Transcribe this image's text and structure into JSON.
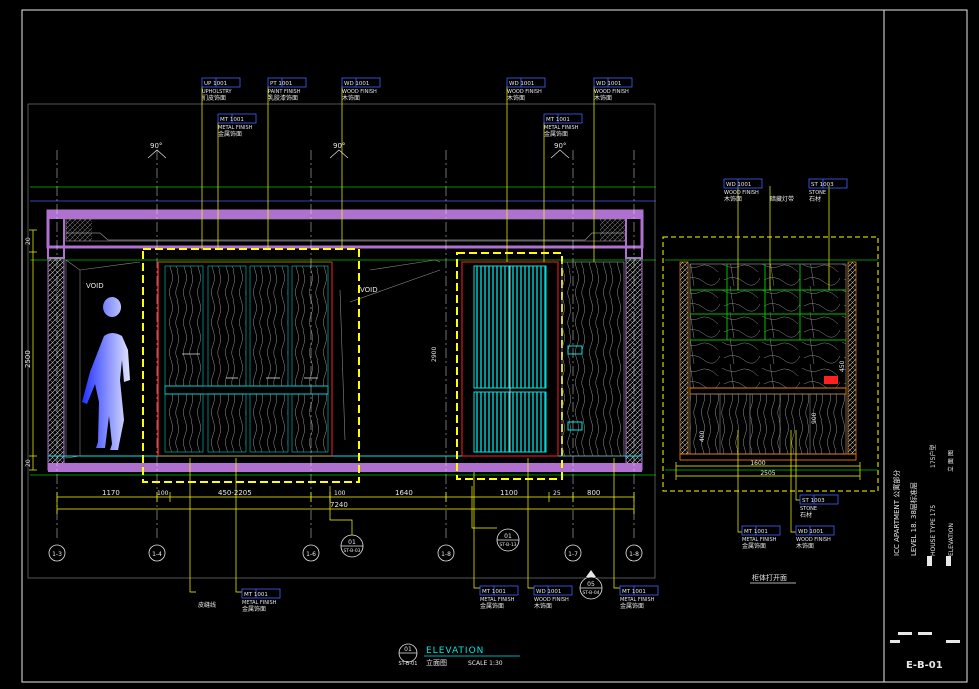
{
  "main_elevation": {
    "dims_vertical": [
      "20",
      "2500",
      "20",
      "2900"
    ],
    "dims_horizontal": [
      "1170",
      "100",
      "450-2205",
      "100",
      "1640",
      "1100",
      "25",
      "800"
    ],
    "dim_total": "7240",
    "angles": [
      "90°",
      "90°",
      "90°"
    ],
    "void_labels": [
      "VOID",
      "VOID"
    ],
    "axis_labels": [
      "1-3",
      "1-4",
      "1-6",
      "1-8",
      "1-7",
      "1-8"
    ],
    "section_markers": [
      {
        "num": "01",
        "ref": "ST-B-03"
      },
      {
        "num": "01",
        "ref": "ST-B-13"
      },
      {
        "num": "05",
        "ref": "ST-B-04"
      }
    ],
    "callouts_top": [
      {
        "code": "UP 1001",
        "en": "UPHOLSTRY",
        "cn": "扪皮饰面"
      },
      {
        "code": "PT 1001",
        "en": "PAINT FINISH",
        "cn": "乳胶漆饰面"
      },
      {
        "code": "WD 1001",
        "en": "WOOD FINISH",
        "cn": "木饰面"
      },
      {
        "code": "MT 1001",
        "en": "METAL FINISH",
        "cn": "金属饰面"
      },
      {
        "code": "WD 1001",
        "en": "WOOD FINISH",
        "cn": "木饰面"
      },
      {
        "code": "WD 1001",
        "en": "WOOD FINISH",
        "cn": "木饰面"
      },
      {
        "code": "MT 1001",
        "en": "METAL FINISH",
        "cn": "金属饰面"
      }
    ],
    "callouts_bottom": [
      {
        "code": "",
        "en": "",
        "cn": "皮缝线"
      },
      {
        "code": "MT 1001",
        "en": "METAL FINISH",
        "cn": "金属饰面"
      },
      {
        "code": "MT 1001",
        "en": "METAL FINISH",
        "cn": "金属饰面"
      },
      {
        "code": "WD 1001",
        "en": "WOOD FINISH",
        "cn": "木饰面"
      },
      {
        "code": "MT 1001",
        "en": "METAL FINISH",
        "cn": "金属饰面"
      }
    ]
  },
  "open_view": {
    "title": "柜体打开面",
    "dims": [
      "1600",
      "900",
      "400",
      "450"
    ],
    "dim_total": "2505",
    "callouts_top": [
      {
        "code": "WD 1001",
        "en": "WOOD FINISH",
        "cn": "木饰面"
      },
      {
        "code": "",
        "en": "",
        "cn": "暗藏灯带"
      },
      {
        "code": "ST 1003",
        "en": "STONE",
        "cn": "石材"
      }
    ],
    "callouts_bottom": [
      {
        "code": "ST 1003",
        "en": "STONE",
        "cn": "石材"
      },
      {
        "code": "MT 1001",
        "en": "METAL FINISH",
        "cn": "金属饰面"
      },
      {
        "code": "WD 1001",
        "en": "WOOD FINISH",
        "cn": "木饰面"
      }
    ]
  },
  "title_block": {
    "project": "ICC APARTMENT 公寓部分",
    "level": "LEVEL 18. 38层标准层",
    "house_type": "HOUSE TYPE 175",
    "house_type_cn": "175户型",
    "drawing": "ELEVATION",
    "drawing_cn": "立 面 图",
    "sheet_no": "E-B-01"
  },
  "drawing_title": {
    "num": "01",
    "ref": "ST-B-01",
    "en": "ELEVATION",
    "cn": "立面图",
    "scale": "SCALE  1:30"
  },
  "colors": {
    "background": "#000000",
    "frame": "#e8e8e8",
    "yellow": "#ffff00",
    "cyan": "#00e5e5",
    "purple": "#b070d0",
    "green": "#00c000",
    "blue": "#4060ff",
    "orange": "#ff8c00",
    "red": "#ff2020"
  }
}
